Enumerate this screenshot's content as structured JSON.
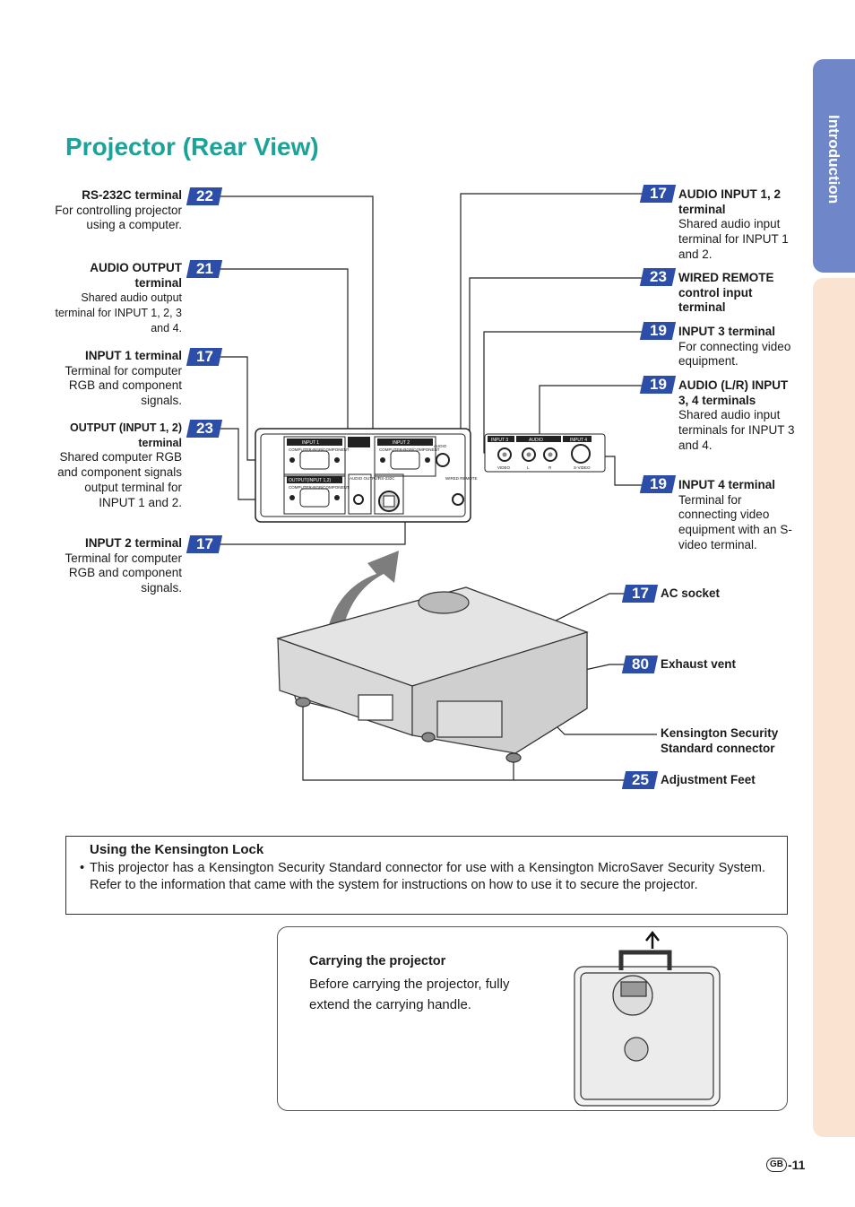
{
  "side_tab": {
    "label": "Introduction"
  },
  "title": "Projector (Rear View)",
  "left_labels": [
    {
      "badge": "22",
      "title": "RS-232C terminal",
      "desc": "For controlling projector using a computer."
    },
    {
      "badge": "21",
      "title": "AUDIO OUTPUT terminal",
      "desc": "Shared audio output terminal for INPUT 1, 2, 3 and 4."
    },
    {
      "badge": "17",
      "title": "INPUT 1 terminal",
      "desc": "Terminal for computer RGB and component signals."
    },
    {
      "badge": "23",
      "title": "OUTPUT (INPUT 1, 2) terminal",
      "desc": "Shared computer RGB and component signals output terminal for INPUT 1 and 2."
    },
    {
      "badge": "17",
      "title": "INPUT 2 terminal",
      "desc": "Terminal for computer RGB and component signals."
    }
  ],
  "right_labels": [
    {
      "badge": "17",
      "title": "AUDIO INPUT 1, 2 terminal",
      "desc": "Shared audio input terminal for INPUT 1 and 2."
    },
    {
      "badge": "23",
      "title": "WIRED REMOTE control input terminal",
      "desc": ""
    },
    {
      "badge": "19",
      "title": "INPUT 3 terminal",
      "desc": "For connecting video equipment."
    },
    {
      "badge": "19",
      "title": "AUDIO (L/R) INPUT 3, 4 terminals",
      "desc": "Shared audio input terminals for INPUT 3 and 4."
    },
    {
      "badge": "19",
      "title": "INPUT 4 terminal",
      "desc": "Terminal for connecting video equipment with an S-video terminal."
    }
  ],
  "bottom_labels": [
    {
      "badge": "17",
      "title": "AC socket"
    },
    {
      "badge": "80",
      "title": "Exhaust vent"
    },
    {
      "badge": "",
      "title": "Kensington Security Standard connector"
    },
    {
      "badge": "25",
      "title": "Adjustment Feet"
    }
  ],
  "panel_labels": {
    "input1": "INPUT 1",
    "input2": "INPUT 2",
    "input3": "INPUT 3",
    "input4": "INPUT 4",
    "audio": "AUDIO",
    "audio_in": "AUDIO",
    "output": "OUTPUT(INPUT 1,2)",
    "audio_out": "AUDIO OUTPUT",
    "rs232c": "RS-232C",
    "wired_remote": "WIRED REMOTE",
    "video": "VIDEO",
    "l": "L",
    "r": "R",
    "svideo": "S-VIDEO",
    "rgb": "COMPUTER-RGB/COMPONENT"
  },
  "note": {
    "title": "Using the Kensington Lock",
    "text": "This projector has a Kensington Security Standard connector for use with a Kensington MicroSaver Security System. Refer to the information that came with the system for instructions on how to use it to secure the projector."
  },
  "carry": {
    "title": "Carrying the projector",
    "text": "Before carrying the projector, fully extend the carrying handle."
  },
  "page": {
    "region": "GB",
    "number": "-11"
  }
}
